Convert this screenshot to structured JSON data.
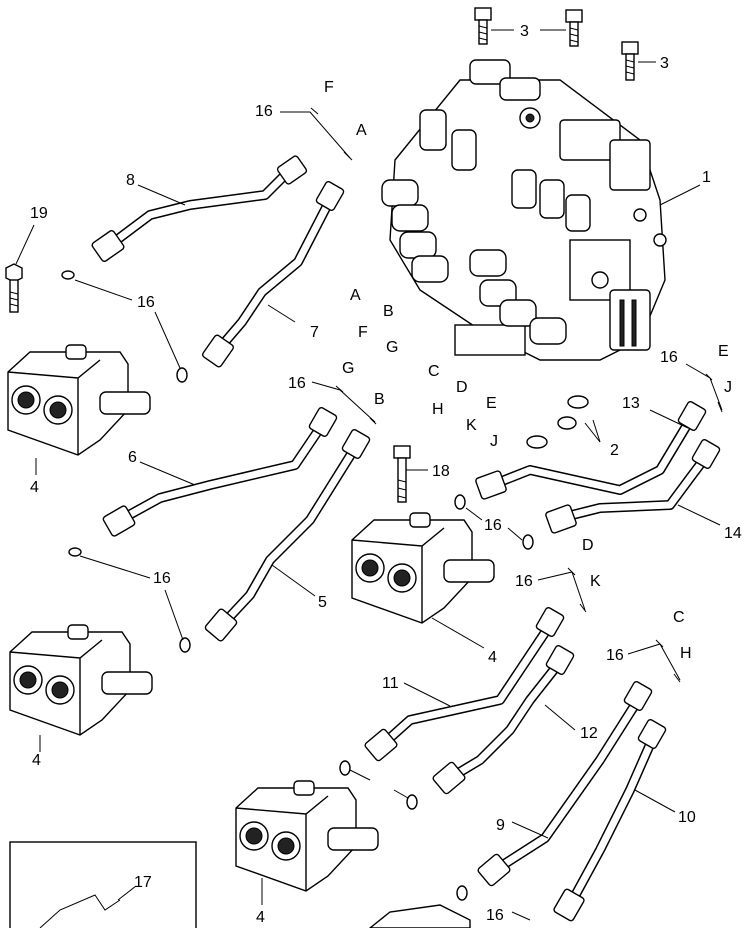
{
  "labels": {
    "p1": "1",
    "p2": "2",
    "p3a": "3",
    "p3b": "3",
    "p4a": "4",
    "p4b": "4",
    "p4c": "4",
    "p4d": "4",
    "p5": "5",
    "p6": "6",
    "p7": "7",
    "p8": "8",
    "p9": "9",
    "p10": "10",
    "p11": "11",
    "p12": "12",
    "p13": "13",
    "p14": "14",
    "p16a": "16",
    "p16b": "16",
    "p16c": "16",
    "p16d": "16",
    "p16e": "16",
    "p16f": "16",
    "p16g": "16",
    "p16h": "16",
    "p16i": "16",
    "p17": "17",
    "p18": "18",
    "p19": "19"
  },
  "connection_letters": {
    "F1": "F",
    "A1": "A",
    "A2": "A",
    "B1": "B",
    "F2": "F",
    "G1": "G",
    "G2": "G",
    "C1": "C",
    "D1": "D",
    "B2": "B",
    "H1": "H",
    "E1": "E",
    "K1": "K",
    "J1": "J",
    "E2": "E",
    "J2": "J",
    "D2": "D",
    "K2": "K",
    "C2": "C",
    "H2": "H"
  }
}
